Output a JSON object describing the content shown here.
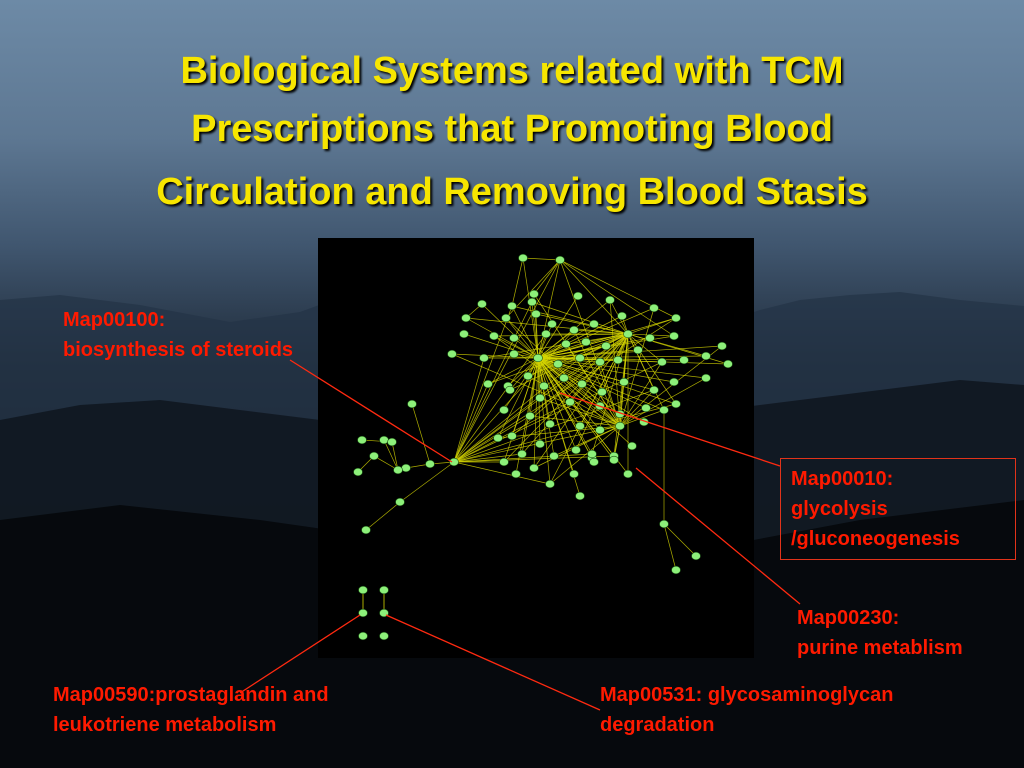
{
  "slide": {
    "title_lines": [
      "Biological Systems related with TCM",
      "Prescriptions that Promoting Blood",
      "Circulation and Removing Blood Stasis"
    ]
  },
  "callouts": {
    "steroids": {
      "line1": "Map00100:",
      "line2": "biosynthesis of steroids"
    },
    "glycolysis": {
      "line1": "Map00010:",
      "line2": "glycolysis",
      "line3": "/gluconeogenesis"
    },
    "purine": {
      "line1": "Map00230:",
      "line2": "purine metablism"
    },
    "prostaglandin": {
      "line1": "Map00590:prostaglandin and",
      "line2": "leukotriene metabolism"
    },
    "glycosaminoglycan": {
      "line1": "Map00531: glycosaminoglycan",
      "line2": "degradation"
    }
  },
  "colors": {
    "title": "#f7e600",
    "label": "#ff1a00",
    "node": "#8df07a",
    "edge": "#d8d800"
  }
}
